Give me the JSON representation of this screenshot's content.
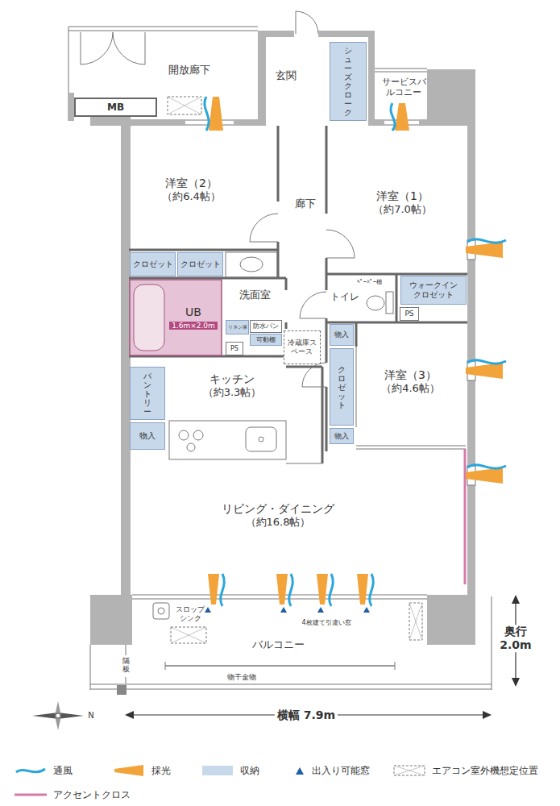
{
  "diagram": {
    "nodes": [
      {
        "text": [
          "開放廊下"
        ]
      },
      {
        "text": [
          "MB"
        ]
      },
      {
        "text": [
          "玄関"
        ]
      },
      {
        "text": [
          "シューズクローク"
        ]
      },
      {
        "text": [
          "サービスバルコニー"
        ]
      },
      {
        "text": [
          "洋室（2）",
          "（約6.4帖）"
        ]
      },
      {
        "text": [
          "廊下"
        ]
      },
      {
        "text": [
          "洋室（1）",
          "（約7.0帖）"
        ]
      },
      {
        "text": [
          "クロゼット"
        ]
      },
      {
        "text": [
          "クロゼット"
        ]
      },
      {
        "text": [
          "ウォークインクロゼット"
        ]
      },
      {
        "text": [
          "UB",
          "1.6m×2.0m"
        ]
      },
      {
        "text": [
          "洗面室"
        ]
      },
      {
        "text": [
          "トイレ"
        ]
      },
      {
        "text": [
          "PS"
        ]
      },
      {
        "text": [
          "物入"
        ]
      },
      {
        "text": [
          "リネン庫"
        ]
      },
      {
        "text": [
          "防水パン"
        ]
      },
      {
        "text": [
          "可動棚"
        ]
      },
      {
        "text": [
          "PS"
        ]
      },
      {
        "text": [
          "冷蔵庫スペース"
        ]
      },
      {
        "text": [
          "洋室（3）",
          "（約4.6帖）"
        ]
      },
      {
        "text": [
          "クロゼット"
        ]
      },
      {
        "text": [
          "パントリー"
        ]
      },
      {
        "text": [
          "キッチン",
          "（約3.3帖）"
        ]
      },
      {
        "text": [
          "物入"
        ]
      },
      {
        "text": [
          "物入"
        ]
      },
      {
        "text": [
          "リビング・ダイニング",
          "（約16.8帖）"
        ]
      },
      {
        "text": [
          "バルコニー"
        ]
      }
    ],
    "labels": [
      "ﾍﾟｰﾊﾟｰ棚",
      "スロップシンク",
      "4枚建て引違い窓",
      "隔板",
      "物干金物",
      "奥行 2.0m",
      "横幅 7.9m",
      "N"
    ],
    "legend": [
      {
        "text": "通風"
      },
      {
        "text": "採光"
      },
      {
        "text": "収納",
        "color": "#c8d8eb"
      },
      {
        "text": "出入り可能窓"
      },
      {
        "text": "エアコン室外機想定位置"
      },
      {
        "text": "アクセントクロス"
      }
    ]
  }
}
